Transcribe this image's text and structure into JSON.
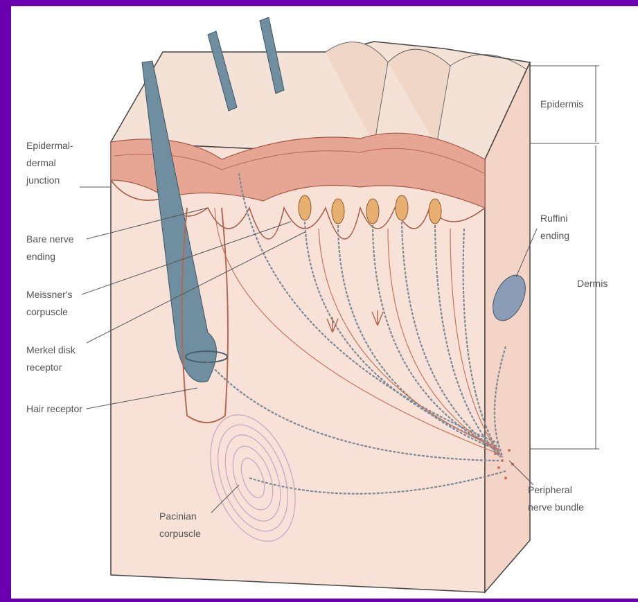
{
  "diagram": {
    "labels_left": {
      "epidermal_dermal_junction": [
        "Epidermal-",
        "dermal",
        "junction"
      ],
      "bare_nerve_ending": [
        "Bare nerve",
        "ending"
      ],
      "meissners_corpuscle": [
        "Meissner's",
        "corpuscle"
      ],
      "merkel_disk_receptor": [
        "Merkel disk",
        "receptor"
      ],
      "hair_receptor": [
        "Hair receptor"
      ]
    },
    "labels_right": {
      "epidermis": "Epidermis",
      "dermis": "Dermis",
      "ruffini_ending": [
        "Ruffini",
        "ending"
      ],
      "peripheral_nerve_bundle": [
        "Peripheral",
        "nerve bundle"
      ]
    },
    "labels_bottom": {
      "pacinian_corpuscle": [
        "Pacinian",
        "corpuscle"
      ]
    },
    "colors": {
      "background_frame": "#6a00b0",
      "skin_surface": "#f4d9c8",
      "epidermis_band": "#d98b7a",
      "dermis": "#f7ddd2",
      "hair": "#6f8fa0",
      "nerve": "#7b8896",
      "pacinian": "#c9a0c8"
    }
  }
}
